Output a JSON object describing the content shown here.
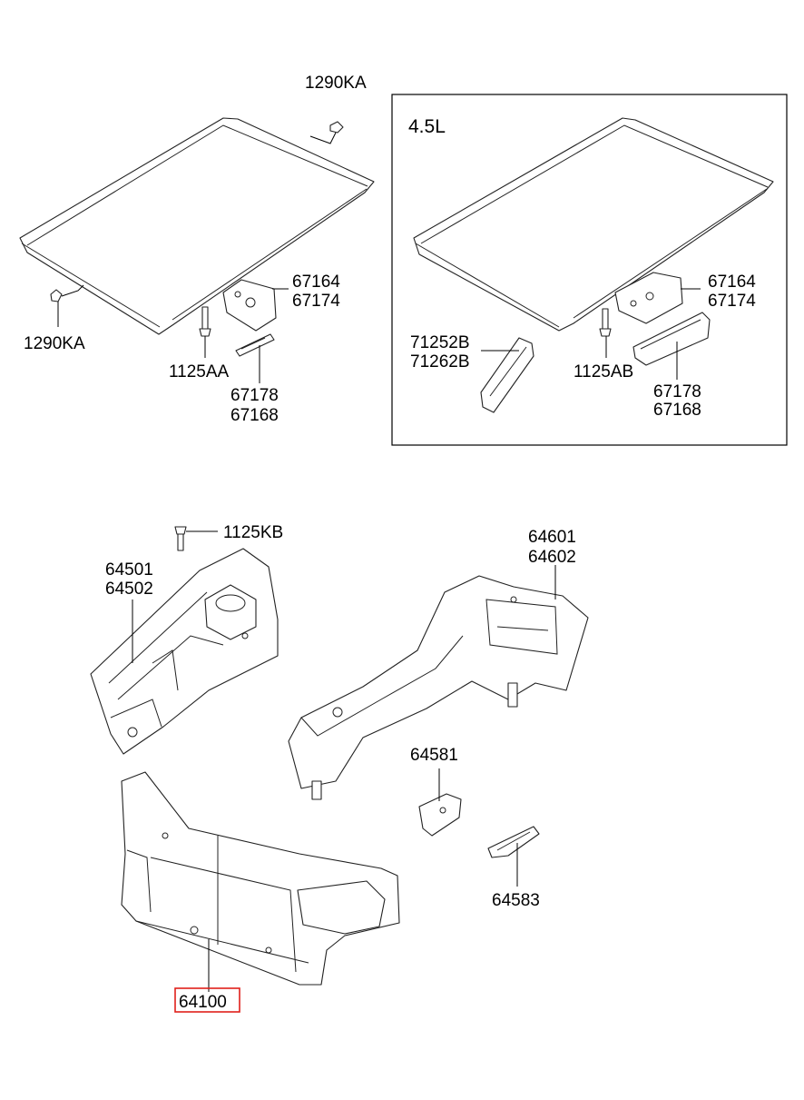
{
  "inset": {
    "label": "4.5L"
  },
  "labels": {
    "roof_clip_top": "1290KA",
    "roof_clip_left": "1290KA",
    "roof_bracket_a_1": "67164",
    "roof_bracket_a_2": "67174",
    "roof_bolt_a": "1125AA",
    "roof_rail_a_1": "67178",
    "roof_rail_a_2": "67168",
    "inset_bracket_1": "67164",
    "inset_bracket_2": "67174",
    "inset_pillar_1": "71252B",
    "inset_pillar_2": "71262B",
    "inset_bolt": "1125AB",
    "inset_rail_1": "67178",
    "inset_rail_2": "67168",
    "bolt_kb": "1125KB",
    "fender_apron_1": "64501",
    "fender_apron_2": "64502",
    "side_member_1": "64601",
    "side_member_2": "64602",
    "bracket_581": "64581",
    "bracket_583": "64583",
    "carrier_assy": "64100"
  },
  "highlight": {
    "part": "64100",
    "color": "#e0201a"
  }
}
